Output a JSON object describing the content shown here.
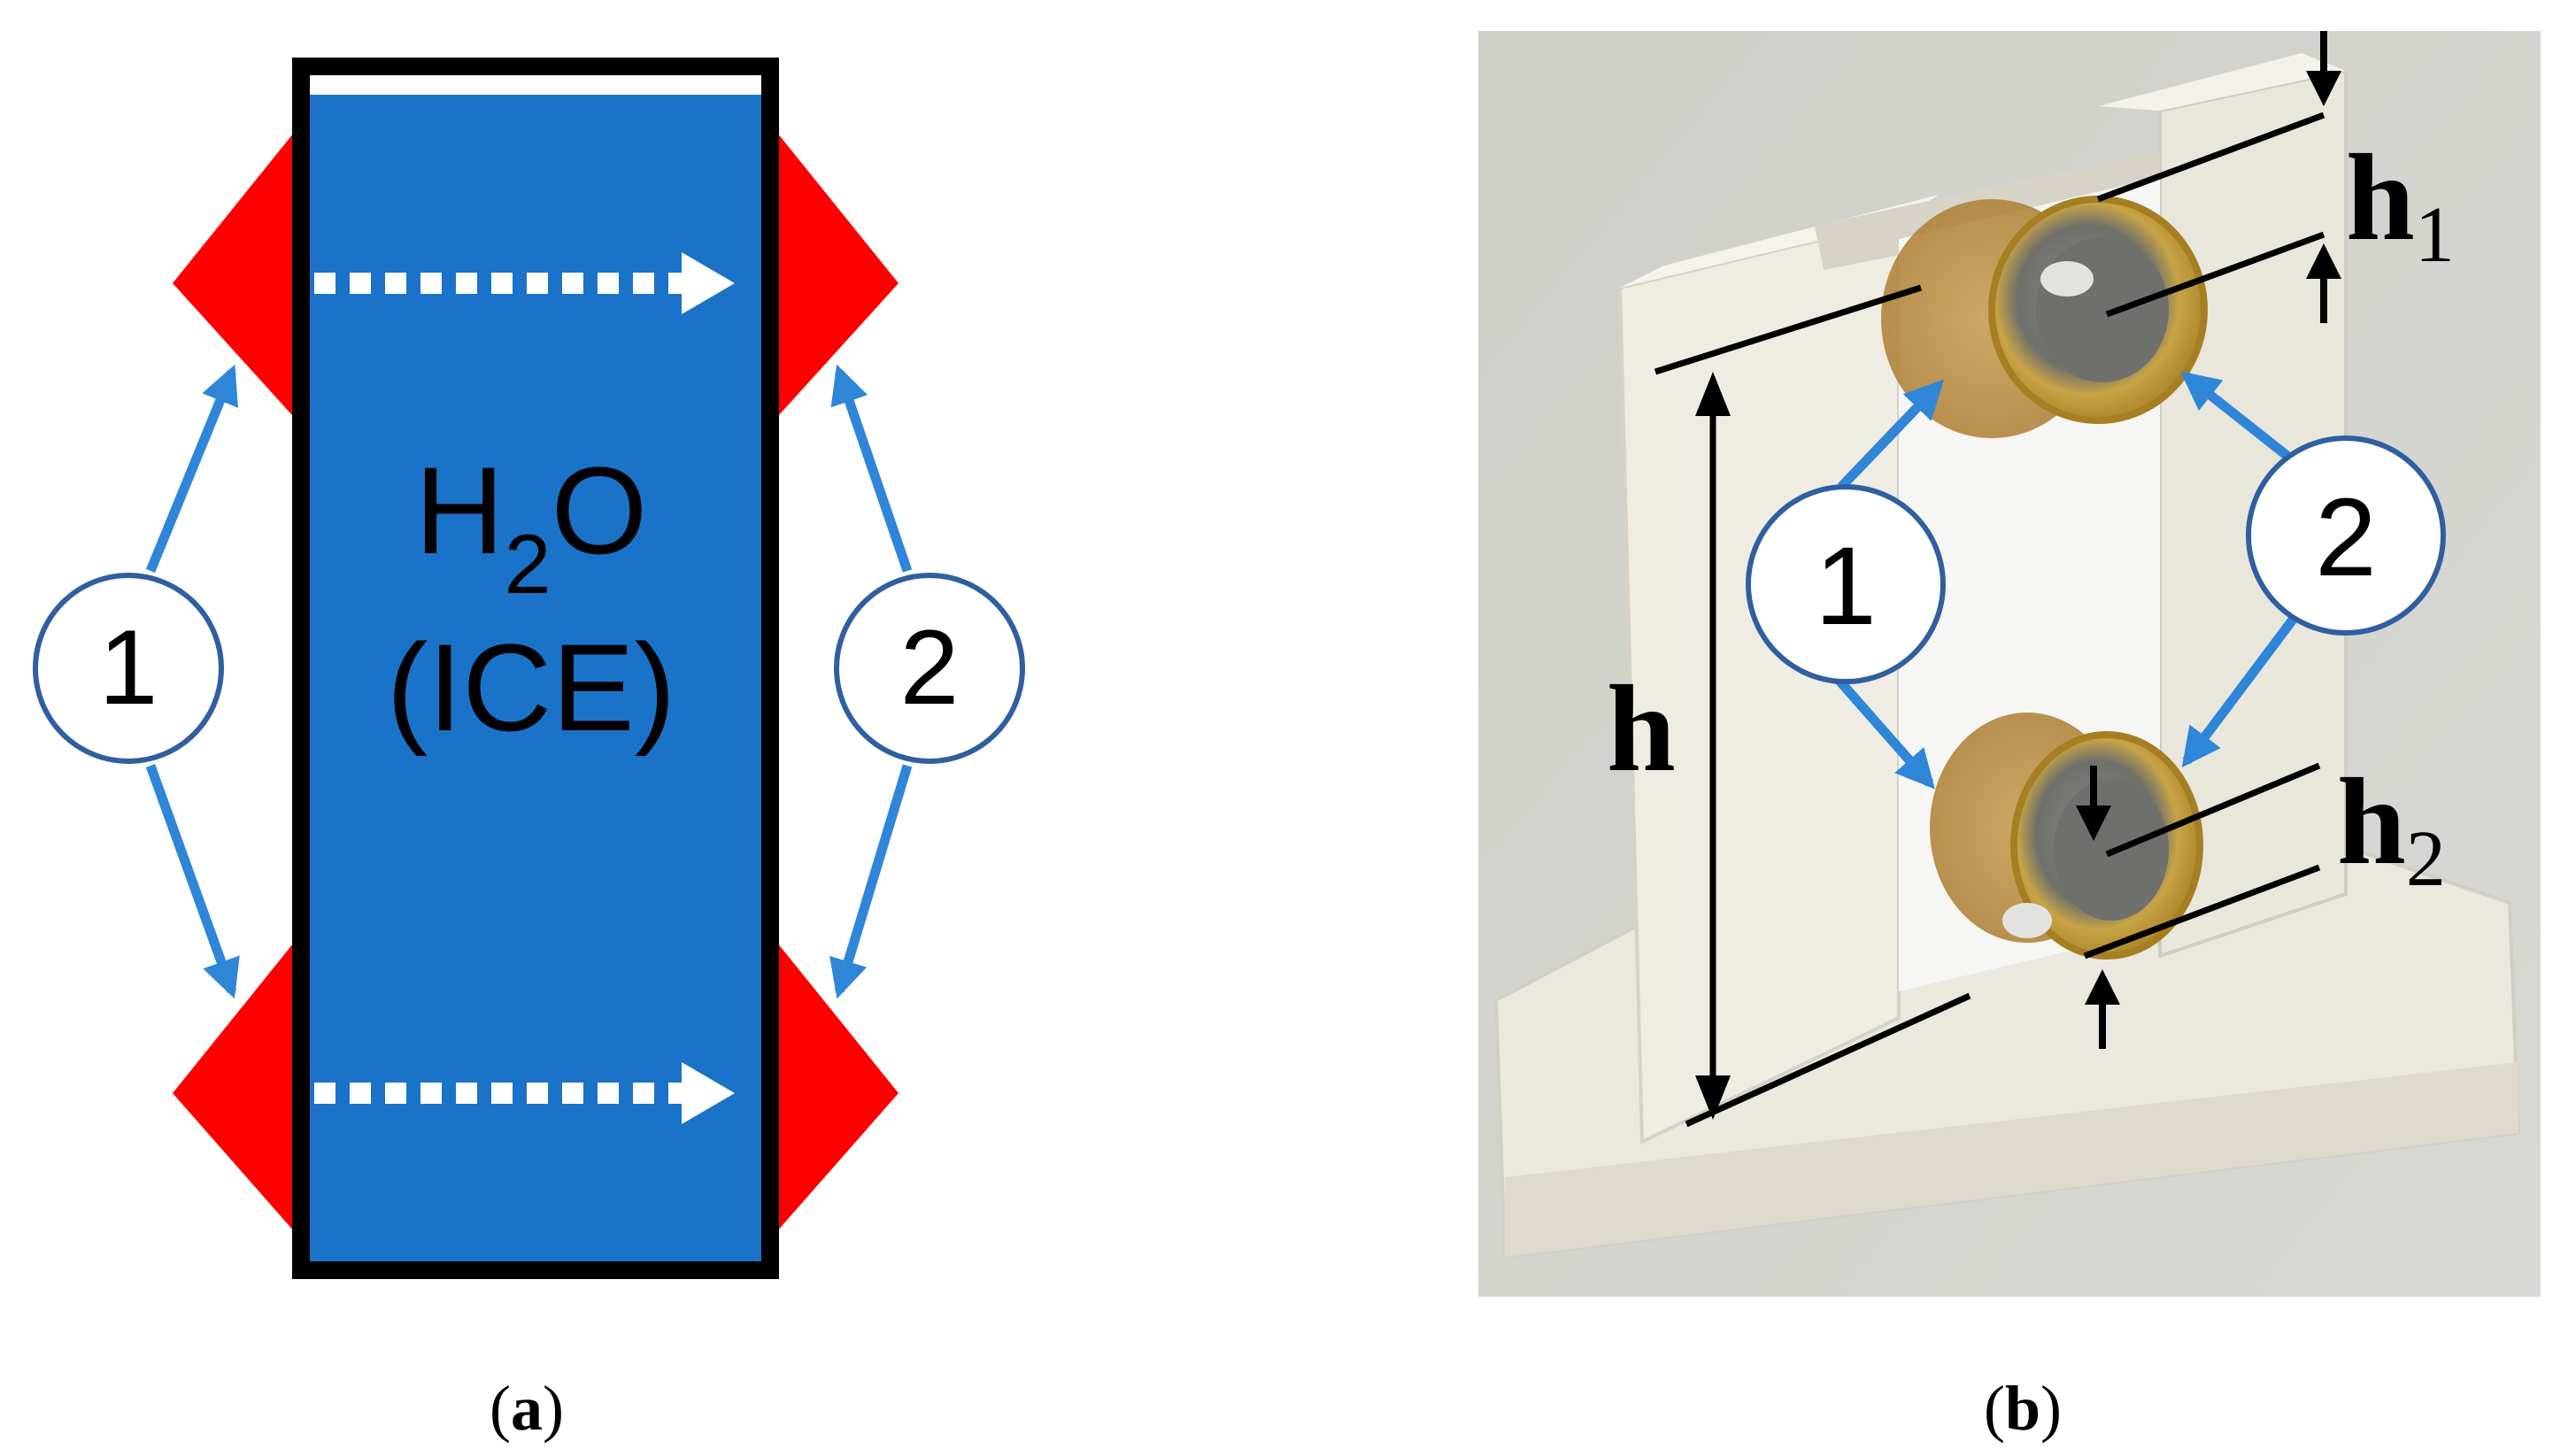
{
  "panel_a": {
    "substance_main": "H",
    "substance_sub": "2",
    "substance_end": "O",
    "phase": "(ICE)",
    "sensor_1": "1",
    "sensor_2": "2",
    "caption_open": "(",
    "caption_letter": "a",
    "caption_close": ")",
    "colors": {
      "ice": "#1a73c8",
      "wedge": "#ff0000",
      "arrow": "#2f86d8",
      "frame": "#000000"
    }
  },
  "panel_b": {
    "label_h": "h",
    "label_h1_main": "h",
    "label_h1_sub": "1",
    "label_h2_main": "h",
    "label_h2_sub": "2",
    "sensor_1": "1",
    "sensor_2": "2",
    "caption_open": "(",
    "caption_letter": "b",
    "caption_close": ")",
    "colors": {
      "holder": "#ece9df",
      "disc": "#c9a23c",
      "arrow": "#2f86d8"
    }
  }
}
